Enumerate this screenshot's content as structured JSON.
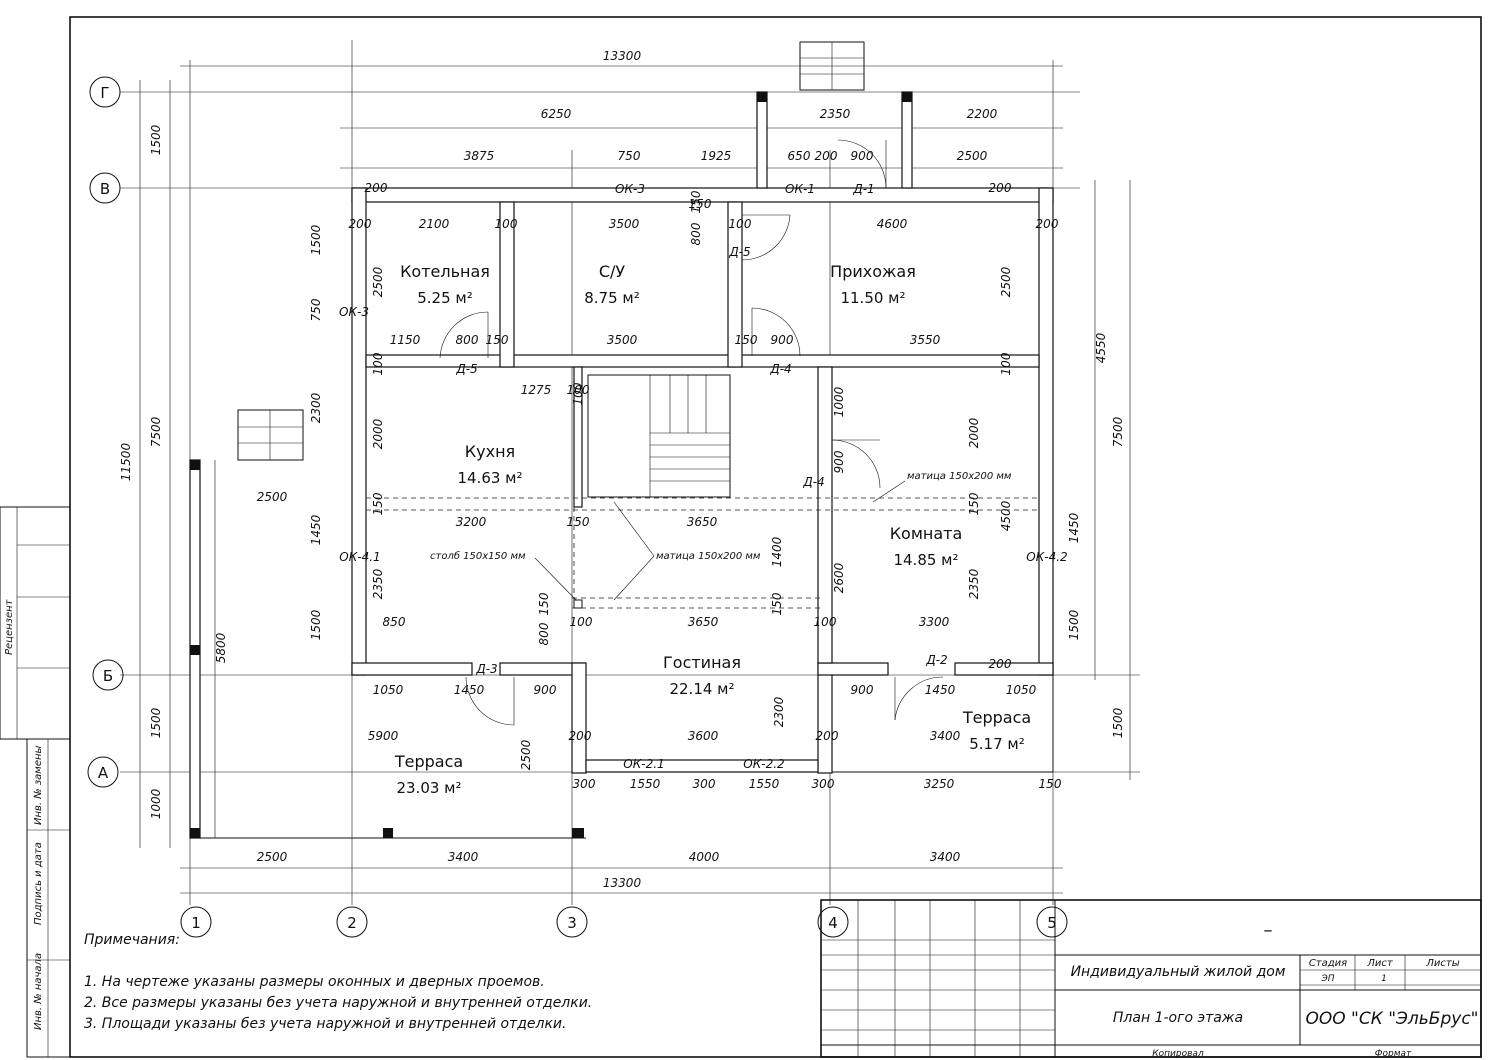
{
  "axes": {
    "rows": [
      "Г",
      "В",
      "Б",
      "А"
    ],
    "cols": [
      "1",
      "2",
      "3",
      "4",
      "5"
    ]
  },
  "rooms": [
    {
      "name": "Котельная",
      "area": "5.25 м²"
    },
    {
      "name": "С/У",
      "area": "8.75 м²"
    },
    {
      "name": "Прихожая",
      "area": "11.50 м²"
    },
    {
      "name": "Кухня",
      "area": "14.63 м²"
    },
    {
      "name": "Комната",
      "area": "14.85 м²"
    },
    {
      "name": "Гостиная",
      "area": "22.14 м²"
    },
    {
      "name": "Терраса",
      "area": "23.03 м²"
    },
    {
      "name": "Терраса",
      "area": "5.17 м²"
    }
  ],
  "openings": [
    "ОК-3",
    "ОК-3",
    "ОК-1",
    "Д-1",
    "Д-5",
    "Д-5",
    "Д-4",
    "Д-4",
    "ОК-4.1",
    "ОК-4.2",
    "Д-3",
    "Д-2",
    "ОК-2.1",
    "ОК-2.2"
  ],
  "annotations": [
    "матица 150х200 мм",
    "матица 150х200 мм",
    "столб 150х150 мм"
  ],
  "dims": {
    "top_total": "13300",
    "bottom_total": "13300",
    "top2": [
      "6250",
      "2350",
      "2200"
    ],
    "top3": [
      "3875",
      "750",
      "1925",
      "650",
      "200",
      "900",
      "2500"
    ],
    "in_top": [
      "200",
      "2100",
      "100",
      "3500",
      "150",
      "100",
      "4600",
      "200"
    ],
    "mid_row": [
      "1150",
      "800",
      "150",
      "3500",
      "150",
      "900",
      "3550"
    ],
    "kitchen": [
      "1275",
      "100"
    ],
    "row_3200": [
      "3200",
      "150",
      "3650"
    ],
    "row_100": [
      "850",
      "100",
      "3650",
      "100",
      "3300"
    ],
    "row_b": [
      "1050",
      "1450",
      "900",
      "2300",
      "900",
      "1450",
      "1050"
    ],
    "row_a": [
      "5900",
      "200",
      "3600",
      "200",
      "3400"
    ],
    "row_ok": [
      "300",
      "1550",
      "300",
      "1550",
      "300",
      "3250",
      "150"
    ],
    "bottom1": [
      "2500",
      "3400",
      "4000",
      "3400"
    ],
    "left": [
      "1500",
      "7500",
      "11500",
      "2500",
      "1500",
      "1000",
      "5800",
      "2500"
    ],
    "right": [
      "4550",
      "7500",
      "1450",
      "1500",
      "1500"
    ],
    "vert_misc": [
      "200",
      "2500",
      "750",
      "100",
      "2300",
      "2000",
      "150",
      "1450",
      "2350",
      "1500",
      "800",
      "150",
      "1500",
      "800",
      "150",
      "100",
      "1000",
      "900",
      "2000",
      "150",
      "4500",
      "2350",
      "1400",
      "150",
      "2600",
      "2500",
      "200",
      "2500",
      "100",
      "1450",
      "200",
      "100",
      "150",
      "150",
      "100",
      "150",
      "2500"
    ]
  },
  "notes": {
    "title": "Примечания:",
    "items": [
      "1. На чертеже указаны размеры оконных и дверных проемов.",
      "2. Все размеры указаны без учета наружной и внутренней отделки.",
      "3. Площади указаны без учета наружной и внутренней отделки."
    ]
  },
  "stamp": {
    "dash": "–",
    "project": "Индивидуальный жилой дом",
    "sheet_title": "План 1-ого этажа",
    "company": "ООО \"СК \"ЭльБрус\"",
    "stage_h": "Стадия",
    "sheet_h": "Лист",
    "sheets_h": "Листы",
    "stage": "ЭП",
    "sheet": "1",
    "copied": "Копировал",
    "format": "Формат"
  },
  "side": {
    "reviewer": "Рецензент",
    "inv_repl": "Инв. № замены",
    "sign_date": "Подпись и дата",
    "inv_orig": "Инв. № начала"
  }
}
